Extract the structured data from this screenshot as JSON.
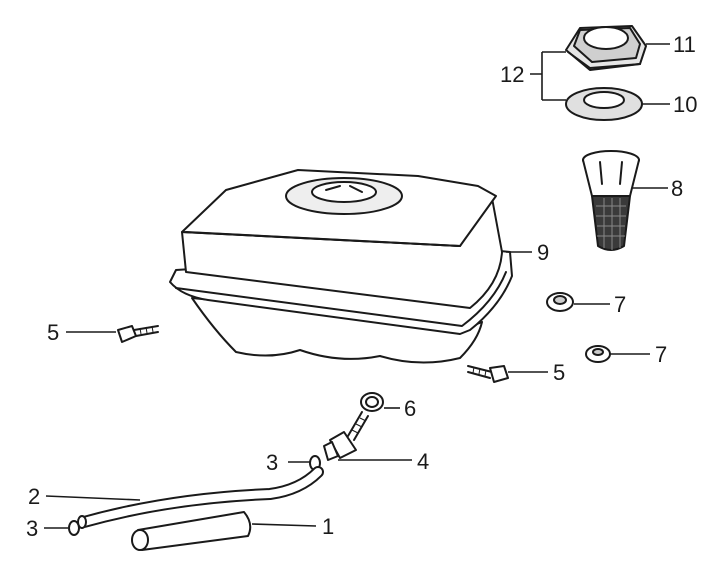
{
  "callouts": {
    "c1": "1",
    "c2": "2",
    "c3a": "3",
    "c3b": "3",
    "c4": "4",
    "c5a": "5",
    "c5b": "5",
    "c6": "6",
    "c7a": "7",
    "c7b": "7",
    "c8": "8",
    "c9": "9",
    "c10": "10",
    "c11": "11",
    "c12": "12"
  },
  "colors": {
    "line": "#1a1a1a",
    "part_fill": "#ffffff",
    "shade": "#d9d9d9",
    "dark": "#333333"
  }
}
